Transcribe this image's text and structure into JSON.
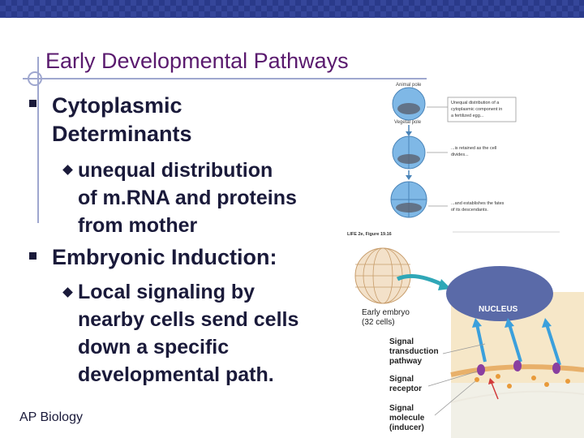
{
  "slide": {
    "title": "Early Developmental Pathways",
    "bullets": [
      {
        "text_line1": "Cytoplasmic",
        "text_line2": "Determinants",
        "sub": [
          "unequal distribution",
          "of m.RNA and proteins",
          "from mother"
        ]
      },
      {
        "text": "Embryonic Induction:",
        "sub": [
          "Local signaling by",
          "nearby cells send cells",
          "down a specific",
          "developmental path."
        ]
      }
    ],
    "footer": "AP Biology"
  },
  "figure_top": {
    "label_animal": "Animal pole",
    "label_vegetal": "Vegetal pole",
    "callout1_l1": "Unequal distribution of a",
    "callout1_l2": "cytoplasmic component in",
    "callout1_l3": "a fertilized egg...",
    "callout2_l1": "...is retained as the cell",
    "callout2_l2": "divides...",
    "callout3_l1": "...and establishes the fates",
    "callout3_l2": "of its descendants.",
    "caption": "LIFE 2e, Figure 19.16"
  },
  "figure_bottom": {
    "nucleus": "NUCLEUS",
    "embryo_l1": "Early embryo",
    "embryo_l2": "(32 cells)",
    "signal1_l1": "Signal",
    "signal1_l2": "transduction",
    "signal1_l3": "pathway",
    "signal2_l1": "Signal",
    "signal2_l2": "receptor",
    "signal3_l1": "Signal",
    "signal3_l2": "molecule",
    "signal3_l3": "(inducer)"
  },
  "colors": {
    "title": "#5a1a6e",
    "text": "#1a1a3a",
    "accent": "#2a3a8a"
  }
}
